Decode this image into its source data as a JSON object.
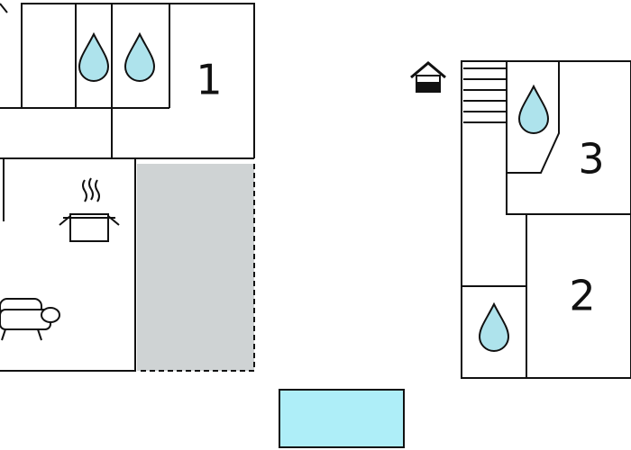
{
  "floorplan": {
    "rooms": [
      {
        "number": "1"
      },
      {
        "number": "2"
      },
      {
        "number": "3"
      }
    ],
    "icons": {
      "water_drop": "water-drop-icon",
      "cooking_pot": "cooking-pot-icon",
      "sofa": "sofa-icon",
      "house": "house-icon",
      "stairs": "stairs-icon"
    },
    "colors": {
      "wall": "#111111",
      "water": "#aee3ec",
      "terrace": "#cfd3d4",
      "pool": "#aeeef8",
      "background": "#ffffff"
    }
  }
}
